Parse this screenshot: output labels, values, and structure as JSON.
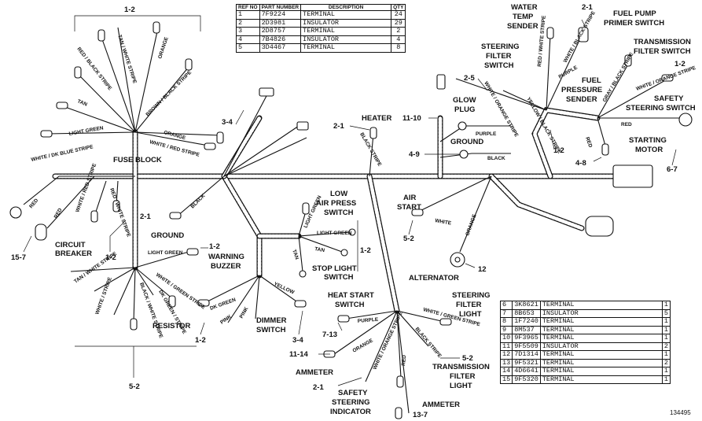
{
  "parts_table_top": {
    "headers": [
      "REF NO",
      "PART NUMBER",
      "DESCRIPTION",
      "QTY"
    ],
    "rows": [
      {
        "ref": "1",
        "part": "7F9224",
        "desc": "TERMINAL",
        "qty": "24"
      },
      {
        "ref": "2",
        "part": "2D3981",
        "desc": "INSULATOR",
        "qty": "29"
      },
      {
        "ref": "3",
        "part": "2D8757",
        "desc": "TERMINAL",
        "qty": "2"
      },
      {
        "ref": "4",
        "part": "7B4826",
        "desc": "INSULATOR",
        "qty": "4"
      },
      {
        "ref": "5",
        "part": "3D4467",
        "desc": "TERMINAL",
        "qty": "8"
      }
    ]
  },
  "parts_table_bottom": {
    "rows": [
      {
        "ref": "6",
        "part": "3K8621",
        "desc": "TERMINAL",
        "qty": "1"
      },
      {
        "ref": "7",
        "part": "8B653",
        "desc": "INSULATOR",
        "qty": "5"
      },
      {
        "ref": "8",
        "part": "1F7240",
        "desc": "TERMINAL",
        "qty": "1"
      },
      {
        "ref": "9",
        "part": "8M537",
        "desc": "TERMINAL",
        "qty": "1"
      },
      {
        "ref": "10",
        "part": "9F3965",
        "desc": "TERMINAL",
        "qty": "1"
      },
      {
        "ref": "11",
        "part": "9F5509",
        "desc": "INSULATOR",
        "qty": "2"
      },
      {
        "ref": "12",
        "part": "7D1314",
        "desc": "TERMINAL",
        "qty": "1"
      },
      {
        "ref": "13",
        "part": "9F5321",
        "desc": "TERMINAL",
        "qty": "2"
      },
      {
        "ref": "14",
        "part": "4D6641",
        "desc": "TERMINAL",
        "qty": "1"
      },
      {
        "ref": "15",
        "part": "9F5320",
        "desc": "TERMINAL",
        "qty": "1"
      }
    ]
  },
  "drawing_code": "134495",
  "component_labels": {
    "fuse_block": "FUSE BLOCK",
    "circuit_breaker_1": "CIRCUIT",
    "circuit_breaker_2": "BREAKER",
    "ground_left": "GROUND",
    "warning_buzzer_1": "WARNING",
    "warning_buzzer_2": "BUZZER",
    "resistor": "RESISTOR",
    "dimmer_switch_1": "DIMMER",
    "dimmer_switch_2": "SWITCH",
    "low_air_1": "LOW",
    "low_air_2": "AIR PRESS",
    "low_air_3": "SWITCH",
    "stop_light_1": "STOP LIGHT",
    "stop_light_2": "SWITCH",
    "heat_start_1": "HEAT START",
    "heat_start_2": "SWITCH",
    "ammeter_left": "AMMETER",
    "safety_ind_1": "SAFETY",
    "safety_ind_2": "STEERING",
    "safety_ind_3": "INDICATOR",
    "ammeter_bottom": "AMMETER",
    "trans_light_1": "TRANSMISSION",
    "trans_light_2": "FILTER",
    "trans_light_3": "LIGHT",
    "steer_light_1": "STEERING",
    "steer_light_2": "FILTER",
    "steer_light_3": "LIGHT",
    "alternator": "ALTERNATOR",
    "air_start_1": "AIR",
    "air_start_2": "START",
    "heater": "HEATER",
    "glow_plug_1": "GLOW",
    "glow_plug_2": "PLUG",
    "ground_right": "GROUND",
    "water_temp_1": "WATER",
    "water_temp_2": "TEMP",
    "water_temp_3": "SENDER",
    "fuel_pump_1": "FUEL PUMP",
    "fuel_pump_2": "PRIMER SWITCH",
    "steer_switch_1": "STEERING",
    "steer_switch_2": "FILTER",
    "steer_switch_3": "SWITCH",
    "fuel_press_1": "FUEL",
    "fuel_press_2": "PRESSURE",
    "fuel_press_3": "SENDER",
    "trans_switch_1": "TRANSMISSION",
    "trans_switch_2": "FILTER SWITCH",
    "safety_switch_1": "SAFETY",
    "safety_switch_2": "STEERING SWITCH",
    "starting_motor_1": "STARTING",
    "starting_motor_2": "MOTOR"
  },
  "ref_callouts": {
    "c_top_left": "1-2",
    "c_3_4_top": "3-4",
    "c_2_1_ground": "2-1",
    "c_15_7": "15-7",
    "c_1_2_breaker": "1-2",
    "c_1_2_buzzer": "1-2",
    "c_1_2_dimmer": "1-2",
    "c_3_4_dimmer": "3-4",
    "c_5_2_bottom": "5-2",
    "c_1_2_stop": "1-2",
    "c_7_13": "7-13",
    "c_11_14": "11-14",
    "c_2_1_safety": "2-1",
    "c_13_7": "13-7",
    "c_5_2_trans": "5-2",
    "c_5_2_air": "5-2",
    "c_12": "12",
    "c_2_1_heater": "2-1",
    "c_11_10": "11-10",
    "c_4_9": "4-9",
    "c_2_5": "2-5",
    "c_2_1_top": "2-1",
    "c_1_2_right": "1-2",
    "c_1_2_mid": "1-2",
    "c_4_8": "4-8",
    "c_6_7": "6-7"
  },
  "wire_labels": {
    "w_tan_white": "TAN / WHITE STRIPE",
    "w_red_black": "RED / BLACK STRIPE",
    "w_orange": "ORANGE",
    "w_tan": "TAN",
    "w_brown_black": "BROWN / BLACK STRIPE",
    "w_light_green": "LIGHT GREEN",
    "w_white_blue": "WHITE / DK BLUE STRIPE",
    "w_orange_fb": "ORANGE",
    "w_white_red": "WHITE / RED STRIPE",
    "w_red_cb": "RED",
    "w_red_cb2": "RED",
    "w_white_red_cb": "WHITE / RED STRIPE",
    "w_red_white_cb": "RED / WHITE STRIPE",
    "w_black_gnd": "BLACK",
    "w_light_green_wb": "LIGHT GREEN",
    "w_tan_res": "TAN / WHITE STRIPE",
    "w_white_green_res": "WHITE / GREEN STRIPE",
    "w_white_stripe_res": "WHITE / STRIPE",
    "w_black_white_res": "BLACK / WHITE STRIPE",
    "w_dk_green_res": "DK GREEN / STRIPE",
    "w_dk_green": "DK GREEN",
    "w_pink": "PINK",
    "w_pink2": "PINK",
    "w_yellow": "YELLOW",
    "w_light_green_la": "LIGHT GREEN",
    "w_light_green_sl": "LIGHT GREEN",
    "w_tan_sl": "TAN",
    "w_tan_sl2": "TAN",
    "w_purple_hs": "PURPLE",
    "w_orange_am": "ORANGE",
    "w_white_orange": "WHITE / ORANGE STRIPE",
    "w_red_am": "RED",
    "w_white_green_tl": "WHITE / GREEN STRIPE",
    "w_black_stripe_tl": "BLACK STRIPE",
    "w_white_as": "WHITE",
    "w_orange_alt": "ORANGE",
    "w_black_stripe_ht": "BLACK STRIPE",
    "w_purple_gp": "PURPLE",
    "w_black_gr": "BLACK",
    "w_white_orange_sf": "WHITE / ORANGE STRIPE",
    "w_yellow_black": "YELLOW / BLACK STRIPE",
    "w_red_white_wt": "RED / WHITE STRIPE",
    "w_purple_fp": "PURPLE",
    "w_white_black_fp": "WHITE / BLACK STRIPE",
    "w_gray_black": "GRAY / BLACK STRIPE",
    "w_white_orange_ts": "WHITE / ORANGE STRIPE",
    "w_red_ss": "RED",
    "w_red_sm": "RED"
  }
}
